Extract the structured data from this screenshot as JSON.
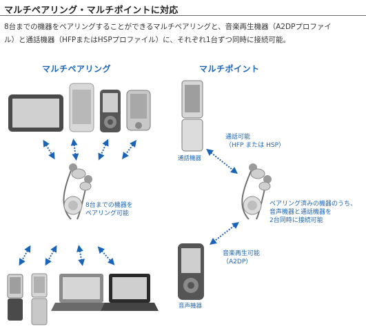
{
  "page": {
    "title": "マルチペアリング・マルチポイントに対応",
    "description_line1": "8台までの機器をペアリングすることができるマルチペアリングと、音楽再生機器（A2DPプロファイ",
    "description_line2": "ル）と通話機器（HFPまたはHSPプロファイル）に、それぞれ1台ずつ同時に接続可能。"
  },
  "multipairing": {
    "heading": "マルチペアリング",
    "caption_line1": "8台までの機器を",
    "caption_line2": "ペアリング可能"
  },
  "multipoint": {
    "heading": "マルチポイント",
    "call_device_label": "通話機器",
    "call_profile_line1": "通話可能",
    "call_profile_line2": "（HFP または HSP）",
    "connect_line1": "ペアリング済みの機器のうち、",
    "connect_line2": "音声機器と通話機器を",
    "connect_line3": "2台同時に接続可能",
    "music_profile_line1": "音楽再生可能",
    "music_profile_line2": "（A2DP）",
    "music_device_label": "音声機器"
  },
  "colors": {
    "accent": "#1a64b8",
    "device_frame": "#bdbdbd",
    "screen": "#c8c8c8"
  }
}
